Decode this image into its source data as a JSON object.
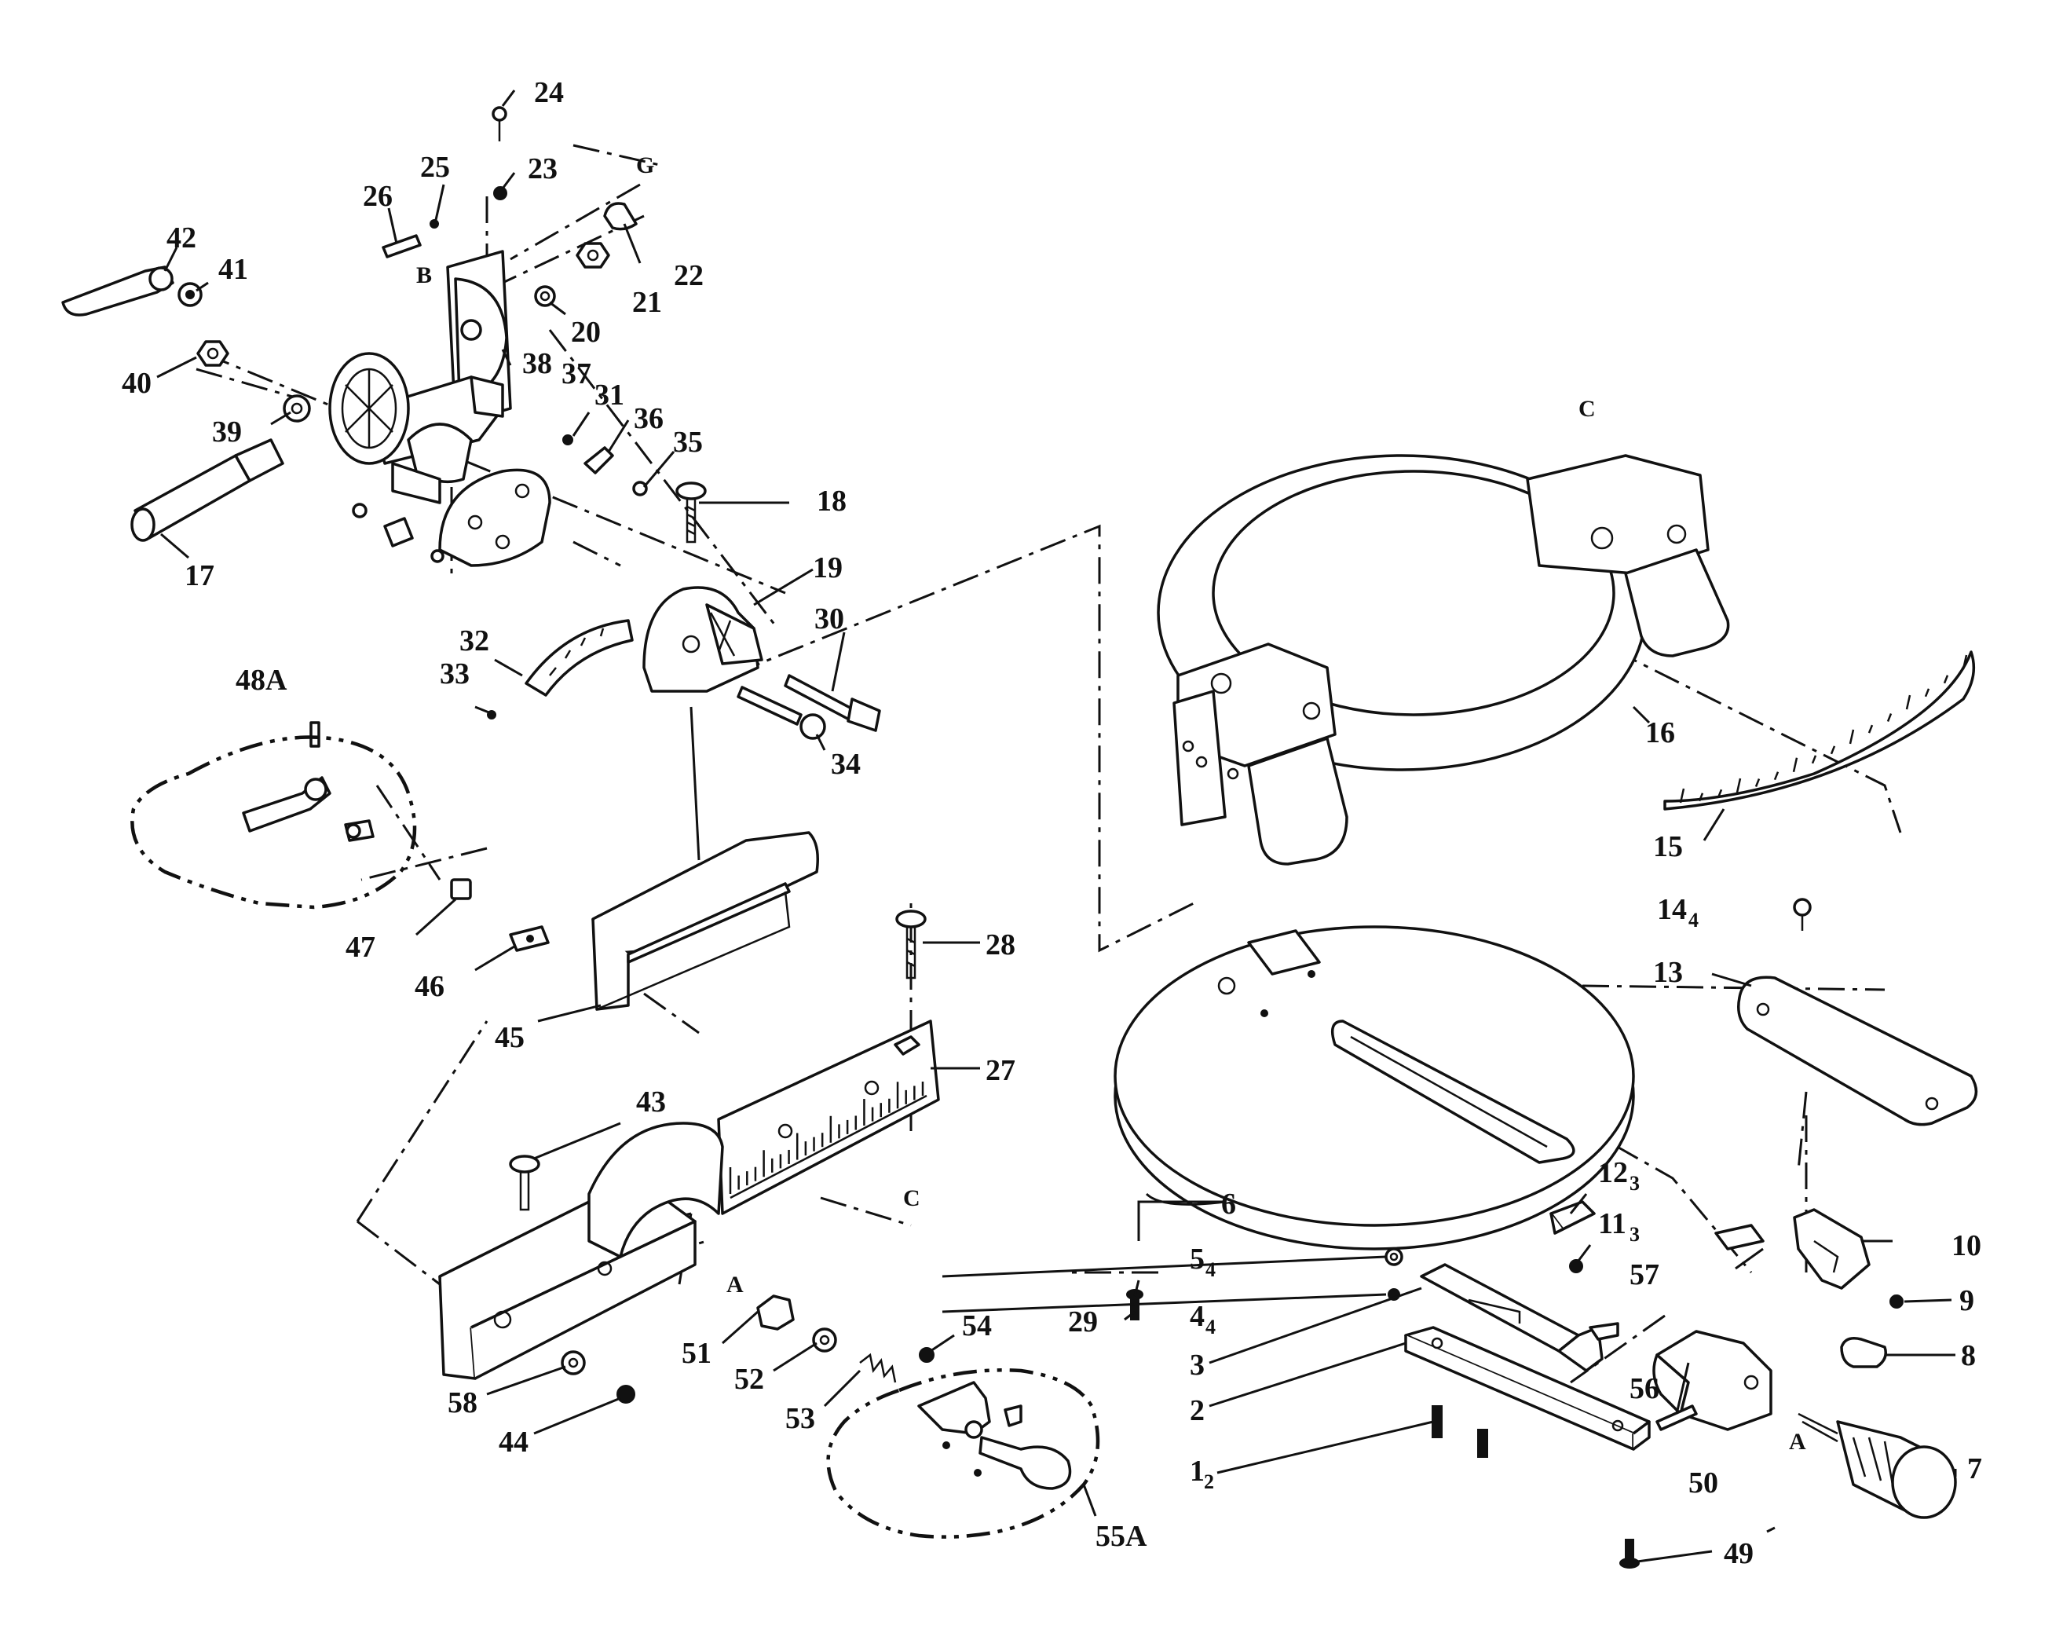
{
  "labels": {
    "p1": {
      "main": "1",
      "sub": "2"
    },
    "p2": "2",
    "p3": "3",
    "p4": {
      "main": "4",
      "sub": "4"
    },
    "p5": {
      "main": "5",
      "sub": "4"
    },
    "p6": "6",
    "p7": "7",
    "p8": "8",
    "p9": "9",
    "p10": "10",
    "p11": {
      "main": "11",
      "sub": "3"
    },
    "p12": {
      "main": "12",
      "sub": "3"
    },
    "p13": "13",
    "p14": {
      "main": "14",
      "sub": "4"
    },
    "p15": "15",
    "p16": "16",
    "p17": "17",
    "p18": "18",
    "p19": "19",
    "p20": "20",
    "p21": "21",
    "p22": "22",
    "p23": "23",
    "p24": "24",
    "p25": "25",
    "p26": "26",
    "p27": "27",
    "p28": "28",
    "p29": "29",
    "p30": "30",
    "p31": "31",
    "p32": "32",
    "p33": "33",
    "p34": "34",
    "p35": "35",
    "p36": "36",
    "p37": "37",
    "p38": "38",
    "p39": "39",
    "p40": "40",
    "p41": "41",
    "p42": "42",
    "p43": "43",
    "p44": "44",
    "p45": "45",
    "p46": "46",
    "p47": "47",
    "p48A": "48A",
    "p49": "49",
    "p50": "50",
    "p51": "51",
    "p52": "52",
    "p53": "53",
    "p54": "54",
    "p55A": "55A",
    "p56": "56",
    "p57": "57",
    "p58": "58"
  },
  "tags": {
    "a_left": "A",
    "a_right": "A",
    "b": "B",
    "c_top": "C",
    "c_bottom": "C",
    "g": "G"
  }
}
